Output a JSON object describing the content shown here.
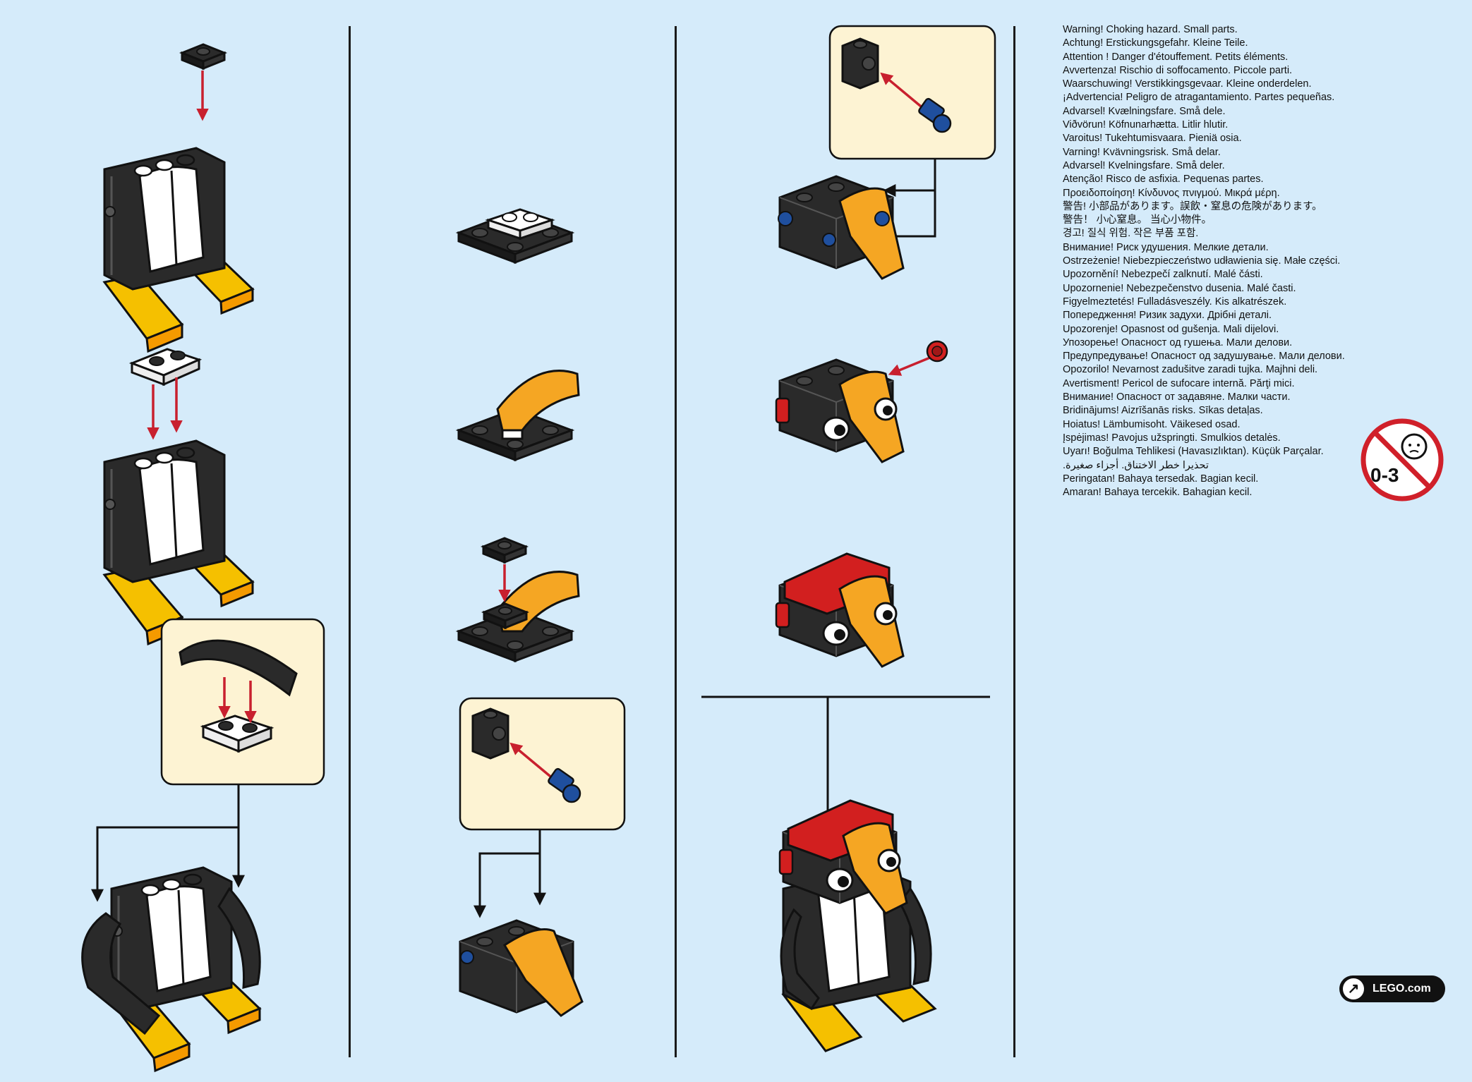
{
  "colors": {
    "background": "#d5ebfa",
    "callout_bg": "#fdf3d3",
    "arrow_red": "#c8202e",
    "brick_black": "#2a2a2a",
    "brick_white": "#ffffff",
    "brick_yellow": "#f5c000",
    "brick_orange": "#f5a623",
    "brick_red": "#d21f1f",
    "brick_blue": "#1f4f9e"
  },
  "warnings": [
    "Warning! Choking hazard. Small parts.",
    "Achtung! Erstickungsgefahr. Kleine Teile.",
    "Attention ! Danger d'étouffement. Petits éléments.",
    "Avvertenza! Rischio di soffocamento. Piccole parti.",
    "Waarschuwing! Verstikkingsgevaar. Kleine onderdelen.",
    "¡Advertencia! Peligro de atragantamiento. Partes pequeñas.",
    "Advarsel! Kvælningsfare. Små dele.",
    "Viðvörun! Köfnunarhætta. Litlir hlutir.",
    "Varoitus! Tukehtumisvaara. Pieniä osia.",
    "Varning! Kvävningsrisk. Små delar.",
    "Advarsel! Kvelningsfare. Små deler.",
    "Atenção! Risco de asfixia. Pequenas partes.",
    "Προειδοποίηση! Κίνδυνος πνιγμού. Μικρά μέρη.",
    "警告! 小部品があります。誤飲・窒息の危険があります。",
    "警告！ 小心窒息。 当心小物件。",
    "경고! 질식 위험. 작은 부품 포함.",
    "Внимание! Риск удушения. Мелкие детали.",
    "Ostrzeżenie! Niebezpieczeństwo udławienia się. Małe części.",
    "Upozornění! Nebezpečí zalknutí. Malé části.",
    "Upozornenie! Nebezpečenstvo dusenia. Malé časti.",
    "Figyelmeztetés! Fulladásveszély. Kis alkatrészek.",
    "Попередження! Ризик задухи. Дрібні деталі.",
    "Upozorenje! Opasnost od gušenja. Mali dijelovi.",
    "Упозорење! Опасност од гушења. Мали делови.",
    "Предупредување! Опасност од задушување. Мали делови.",
    "Opozorilo! Nevarnost zadušitve zaradi tujka. Majhni deli.",
    "Avertisment! Pericol de sufocare internă. Părţi mici.",
    "Внимание! Опасност от задавяне. Малки части.",
    "Bridinājums! Aizrīšanās risks. Sīkas detaļas.",
    "Hoiatus! Lämbumisoht. Väikesed osad.",
    "Įspėjimas! Pavojus užspringti. Smulkios detalės.",
    "Uyarı! Boğulma Tehlikesi (Havasızlıktan). Küçük Parçalar.",
    "تحذيرا خطر الاختناق. أجزاء صغيرة.",
    "Peringatan! Bahaya tersedak. Bagian kecil.",
    "Amaran! Bahaya tercekik. Bahagian kecil."
  ],
  "age_label": "0-3",
  "website_label": "LEGO.com",
  "website_icon": "arrow-up-right-icon"
}
